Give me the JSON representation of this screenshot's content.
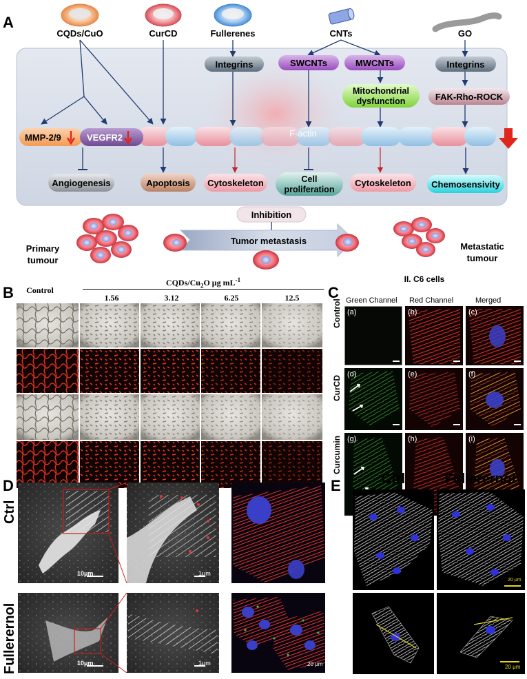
{
  "panel_a": {
    "letter": "A",
    "sources": {
      "cqds": "CQDs/CuO",
      "curcd": "CurCD",
      "fullerenes": "Fullerenes",
      "cnts": "CNTs",
      "go": "GO"
    },
    "receptors": {
      "integrins_1": "Integrins",
      "swcnts": "SWCNTs",
      "mwcnts": "MWCNTs",
      "integrins_2": "Integrins"
    },
    "mito_line1": "Mitochondrial",
    "mito_line2": "dysfunction",
    "fak": "FAK-Rho-ROCK",
    "mmp": "MMP-2/9",
    "vegfr": "VEGFR2",
    "factin": "F-actin",
    "outcomes": {
      "angiogenesis": "Angiogenesis",
      "apoptosis": "Apoptosis",
      "cytoskeleton_1": "Cytoskeleton",
      "cell_line1": "Cell",
      "cell_line2": "proliferation",
      "cytoskeleton_2": "Cytoskeleton",
      "chemo": "Chemosensivity"
    },
    "inhibition": "Inhibition",
    "tumor_metastasis": "Tumor metastasis",
    "primary_line1": "Primary",
    "primary_line2": "tumour",
    "metastatic_line1": "Metastatic",
    "metastatic_line2": "tumour"
  },
  "panel_b": {
    "letter": "B",
    "control": "Control",
    "header_main": "CQDs/Cu",
    "header_sub": "2",
    "header_mid": "O μg mL",
    "header_sup": "-1",
    "concentrations": [
      "1.56",
      "3.12",
      "6.25",
      "12.5"
    ]
  },
  "panel_c": {
    "letter": "C",
    "title": "II. C6 cells",
    "channels": [
      "Green Channel",
      "Red Channel",
      "Merged"
    ],
    "rows": [
      "Control",
      "CurCD",
      "Curcumin"
    ],
    "labels": [
      "(a)",
      "(b)",
      "(c)",
      "(d)",
      "(e)",
      "(f)",
      "(g)",
      "(h)",
      "(i)"
    ]
  },
  "panel_d": {
    "letter": "D",
    "rows": [
      "Ctrl",
      "Fullerernol"
    ],
    "scale_10": "10μm",
    "scale_1": "1μm",
    "scale_20": "20 μm"
  },
  "panel_e": {
    "letter": "E",
    "cols": [
      "Ctrl",
      "Fullerernol"
    ],
    "scale_20": "20 μm"
  },
  "colors": {
    "red_fluor": "#d8251b",
    "green_fluor": "#2f9a2a",
    "nucleus": "#3a3fc8",
    "yellow_scale": "#e8d81c",
    "arrow_blue": "#1f3b70",
    "down_red": "#e0261c"
  }
}
